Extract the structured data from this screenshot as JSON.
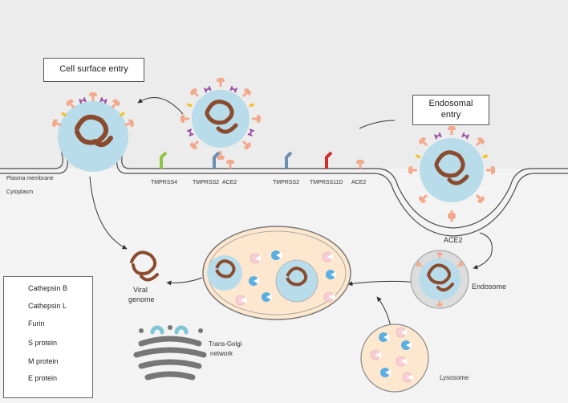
{
  "boxes": {
    "cell_surface_entry": "Cell surface entry",
    "endosomal_entry_line1": "Endosomal",
    "endosomal_entry_line2": "entry"
  },
  "membrane_labels": {
    "plasma_membrane": "Plasma membrane",
    "cytoplasm": "Cytoplasm"
  },
  "receptor_labels": {
    "tmprss4": "TMPRSS4",
    "tmprss2_a": "TMPRSS2",
    "ace2_a": "ACE2",
    "tmprss2_b": "TMPRSS2",
    "tmprss11d": "TMPRSS11D",
    "ace2_b": "ACE2",
    "ace2_endosomal": "ACE2"
  },
  "compartment_labels": {
    "viral_genome_line1": "Viral",
    "viral_genome_line2": "genome",
    "endosome": "Endosome",
    "trans_golgi_line1": "Trans-Golgi",
    "trans_golgi_line2": "network",
    "lysosome": "Lysosome"
  },
  "legend": {
    "items": [
      {
        "label": "Cathepsin B",
        "icon": "cathepsin-b-icon",
        "color": "#5aaee0"
      },
      {
        "label": "Cathepsin L",
        "icon": "cathepsin-l-icon",
        "color": "#f7cfd4"
      },
      {
        "label": "Furin",
        "icon": "furin-icon",
        "color": "#7cc6d6"
      },
      {
        "label": "S protein",
        "icon": "s-protein-icon",
        "color": "#f3a98b"
      },
      {
        "label": "M protein",
        "icon": "m-protein-icon",
        "color": "#9a4fa0"
      },
      {
        "label": "E protein",
        "icon": "e-protein-icon",
        "color": "#f2c230"
      }
    ]
  },
  "colors": {
    "cytoplasm_bg": "#f1f1f1",
    "extracellular_bg": "#ececec",
    "virion_fill": "#b9dcea",
    "rna": "#8a4b2e",
    "cathepsin_b": "#5aaee0",
    "cathepsin_l": "#f7cfd4",
    "s_protein": "#f3a98b",
    "m_protein": "#9a4fa0",
    "e_protein": "#f2c230",
    "tmprss4": "#8cc63f",
    "tmprss2": "#6b8fb3",
    "tmprss11d": "#d42a2a",
    "ace2": "#f4b8a0",
    "lysosome_fill": "#fde7cf",
    "golgi": "#777777"
  }
}
